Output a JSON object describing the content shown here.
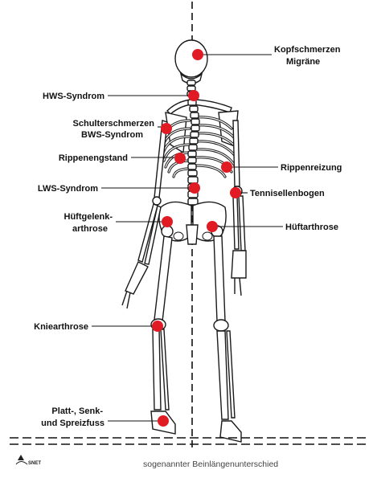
{
  "diagram": {
    "marker_color": "#e01b24",
    "labels": {
      "kopf": "Kopfschmerzen",
      "migraene": "Migräne",
      "hws": "HWS-Syndrom",
      "schulter": "Schulterschmerzen",
      "bws": "BWS-Syndrom",
      "rippenengstand": "Rippenengstand",
      "rippenreizung": "Rippenreizung",
      "lws": "LWS-Syndrom",
      "tennis": "Tennisellenbogen",
      "hueftgelenk_1": "Hüftgelenk-",
      "hueftgelenk_2": "arthrose",
      "hueftarthrose": "Hüftarthrose",
      "knie": "Kniearthrose",
      "fuss_1": "Platt-, Senk-",
      "fuss_2": "und Spreizfuss"
    },
    "caption": "sogenannter Beinlängenunterschied",
    "logo_text": "SNET"
  }
}
